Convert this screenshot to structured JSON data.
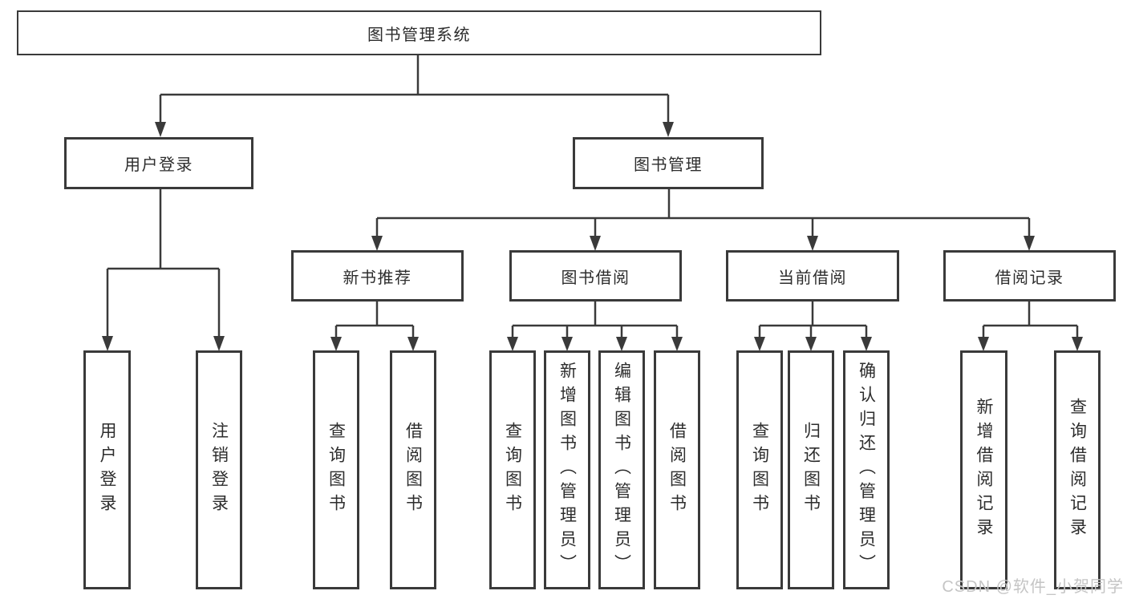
{
  "diagram_title": "图书管理系统",
  "tree": {
    "root": "图书管理系统",
    "branches": [
      {
        "label": "用户登录",
        "leaves": [
          "用户登录",
          "注销登录"
        ]
      },
      {
        "label": "图书管理",
        "groups": [
          {
            "label": "新书推荐",
            "leaves": [
              "查询图书",
              "借阅图书"
            ]
          },
          {
            "label": "图书借阅",
            "leaves": [
              "查询图书",
              "新增图书（管理员）",
              "编辑图书（管理员）",
              "借阅图书"
            ]
          },
          {
            "label": "当前借阅",
            "leaves": [
              "查询图书",
              "归还图书",
              "确认归还（管理员）"
            ]
          },
          {
            "label": "借阅记录",
            "leaves": [
              "新增借阅记录",
              "查询借阅记录"
            ]
          }
        ]
      }
    ]
  },
  "watermark": "CSDN @软件_小贺同学",
  "colors": {
    "line": "#3a3a3a",
    "text": "#2d2d2d",
    "watermark": "#c5c5c5",
    "background": "#ffffff"
  }
}
